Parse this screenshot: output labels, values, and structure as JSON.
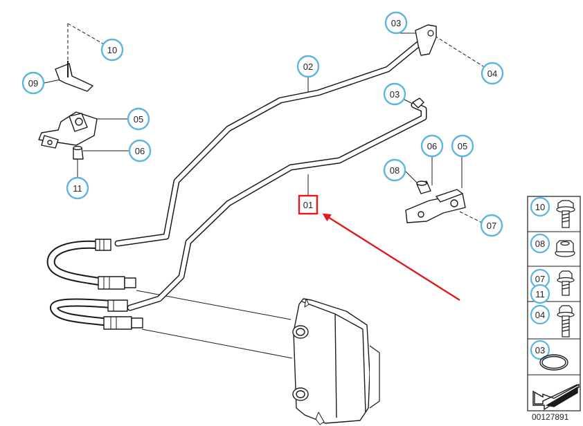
{
  "diagram": {
    "callouts": {
      "c10_top": "10",
      "c09": "09",
      "c05_left": "05",
      "c06_left": "06",
      "c11_left": "11",
      "c02": "02",
      "c03_top": "03",
      "c04": "04",
      "c03_mid": "03",
      "c01": "01",
      "c06_right": "06",
      "c05_right": "05",
      "c08_right": "08",
      "c07_right": "07"
    },
    "legend": {
      "rows": [
        {
          "labels": [
            "10"
          ],
          "part": "bolt-flange"
        },
        {
          "labels": [
            "08"
          ],
          "part": "nut-flange"
        },
        {
          "labels": [
            "07",
            "11"
          ],
          "part": "bolt-short"
        },
        {
          "labels": [
            "04"
          ],
          "part": "bolt-long"
        },
        {
          "labels": [
            "03"
          ],
          "part": "o-ring"
        },
        {
          "labels": [],
          "part": "arrow-icon"
        }
      ]
    },
    "document_id": "00127891",
    "colors": {
      "callout_ring": "#5bb5e0",
      "highlight": "#e01b1b",
      "line": "#1a1a1a"
    }
  }
}
